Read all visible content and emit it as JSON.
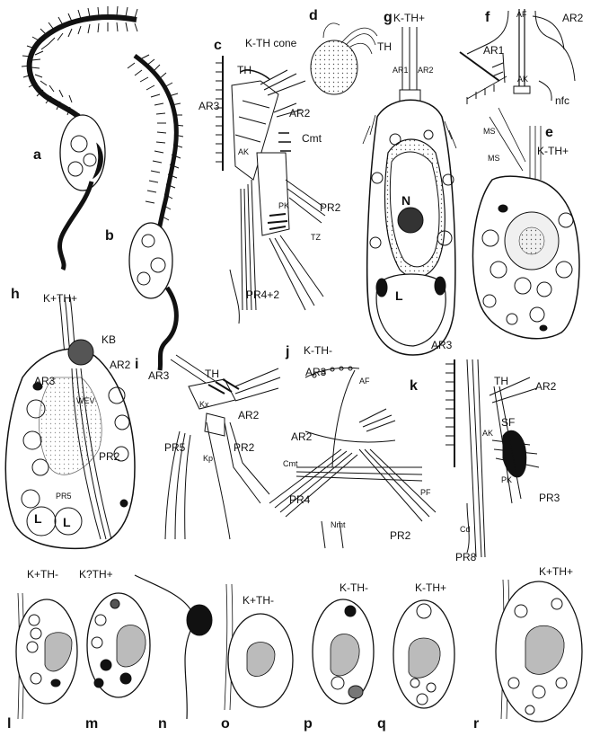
{
  "panels": {
    "a": "a",
    "b": "b",
    "c": "c",
    "d": "d",
    "e": "e",
    "f": "f",
    "g": "g",
    "h": "h",
    "i": "i",
    "j": "j",
    "k": "k",
    "l": "l",
    "m": "m",
    "n": "n",
    "o": "o",
    "p": "p",
    "q": "q",
    "r": "r"
  },
  "labels": {
    "c_title": "K-TH cone",
    "c_th": "TH",
    "c_ar3": "AR3",
    "c_ar2": "AR2",
    "c_ak": "AK",
    "c_cmt": "Cmt",
    "c_pk": "PK",
    "c_pr2": "PR2",
    "c_tz": "TZ",
    "c_pr42": "PR4+2",
    "g_title": "K-TH+",
    "g_th": "TH",
    "g_ar1": "AR1",
    "g_ar2": "AR2",
    "g_n": "N",
    "g_l": "L",
    "f_af": "AF",
    "f_ar1": "AR1",
    "f_ar2": "AR2",
    "f_ak": "AK",
    "f_nfc": "nfc",
    "e_title": "K-TH+",
    "e_ms1": "MS",
    "e_ms2": "MS",
    "h_title": "K+TH+",
    "h_kb": "KB",
    "h_ar2": "AR2",
    "h_ar3": "AR3",
    "h_wev": "WEV",
    "h_pr2": "PR2",
    "h_pr5": "PR5",
    "h_l1": "L",
    "h_l2": "L",
    "i_ar3": "AR3",
    "i_th": "TH",
    "i_ar2": "AR2",
    "i_pr5": "PR5",
    "i_pr2": "PR2",
    "i_kx": "Kx",
    "i_kp": "Kp",
    "j_title": "K-TH-",
    "j_ar3": "AR3",
    "j_af": "AF",
    "j_ar2": "AR2",
    "j_cmt": "Cmt",
    "j_pr4": "PR4",
    "j_pf": "PF",
    "j_nmt": "Nmt",
    "j_pr2": "PR2",
    "k_ar3": "AR3",
    "k_th": "TH",
    "k_ar2": "AR2",
    "k_sf": "SF",
    "k_ak": "AK",
    "k_pk": "PK",
    "k_pr3": "PR3",
    "k_cd": "Cd",
    "k_pr8": "PR8",
    "l_title": "K+TH-",
    "m_title": "K?TH+",
    "o_title": "K+TH-",
    "p_title": "K-TH-",
    "q_title": "K-TH+",
    "r_title": "K+TH+"
  },
  "colors": {
    "ink": "#111111",
    "paper": "#ffffff",
    "grey_fill": "#bdbdbd",
    "light_fill": "#e6e6e6"
  }
}
